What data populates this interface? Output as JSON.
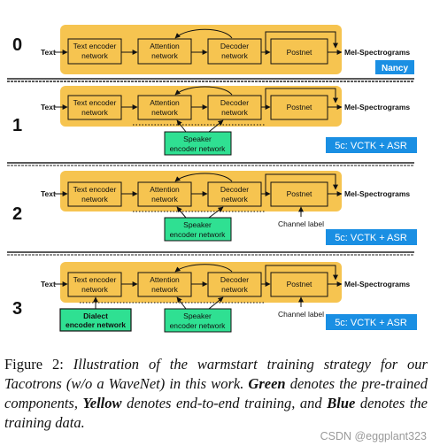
{
  "colors": {
    "yellow": "#F6C450",
    "green": "#2FE092",
    "blue": "#1A8FE3"
  },
  "labels": {
    "input": "Text",
    "output": "Mel-Spectrograms",
    "text_encoder": [
      "Text encoder",
      "network"
    ],
    "attention": [
      "Attention",
      "network"
    ],
    "decoder": [
      "Decoder",
      "network"
    ],
    "postnet": "Postnet",
    "speaker_encoder": [
      "Speaker",
      "encoder network"
    ],
    "dialect_encoder": [
      "Dialect",
      "encoder network"
    ],
    "channel_label": "Channel label"
  },
  "stages": [
    {
      "num": "0",
      "data": "Nancy"
    },
    {
      "num": "1",
      "data": "5c: VCTK + ASR"
    },
    {
      "num": "2",
      "data": "5c: VCTK + ASR"
    },
    {
      "num": "3",
      "data": "5c: VCTK + ASR"
    }
  ],
  "caption": {
    "prefix": "Figure 2: ",
    "t1": "Illustration of the warmstart training strategy for our Tacotrons (w/o a WaveNet) in this work. ",
    "green": "Green",
    "t2": " denotes the pre-trained components, ",
    "yellow": "Yellow",
    "t3": " denotes end-to-end training, and ",
    "blue": "Blue",
    "t4": " denotes the training data."
  },
  "watermark": "CSDN @eggplant323"
}
